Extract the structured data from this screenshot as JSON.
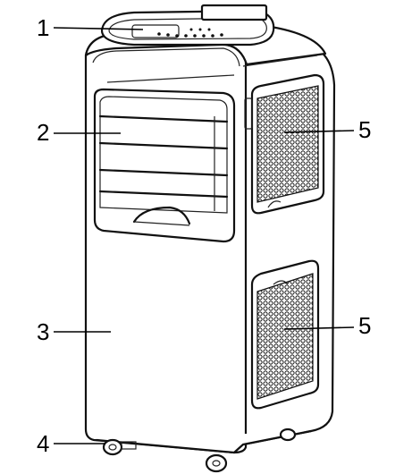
{
  "diagram": {
    "callouts": [
      {
        "id": "top-panel",
        "label": "1"
      },
      {
        "id": "air-louver",
        "label": "2"
      },
      {
        "id": "cabinet-body",
        "label": "3"
      },
      {
        "id": "caster-wheel",
        "label": "4"
      },
      {
        "id": "upper-filter-grille",
        "label": "5"
      },
      {
        "id": "lower-filter-grille",
        "label": "5"
      }
    ]
  }
}
